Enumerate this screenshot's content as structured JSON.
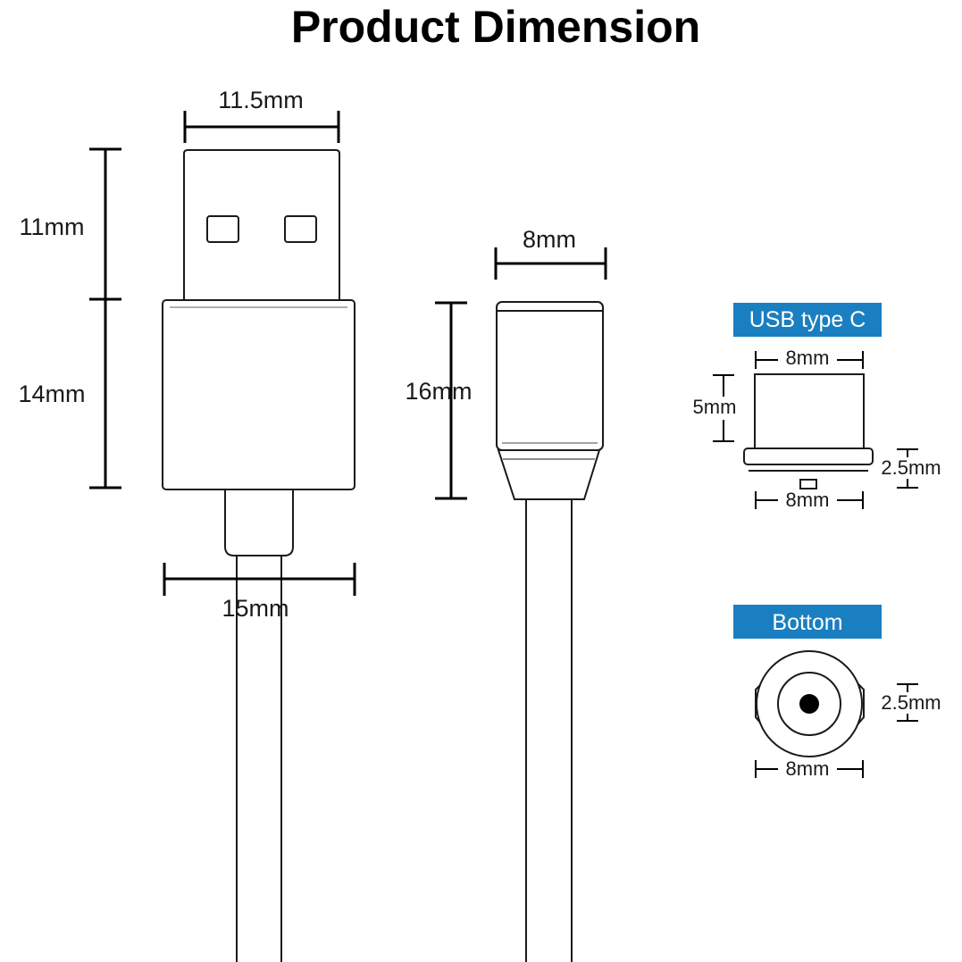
{
  "title": "Product Dimension",
  "usb_a": {
    "width_label": "11.5mm",
    "plug_height_label": "11mm",
    "housing_height_label": "14mm",
    "housing_width_label": "15mm"
  },
  "magnetic_tip": {
    "width_label": "8mm",
    "height_label": "16mm"
  },
  "usb_type_c": {
    "badge": "USB type C",
    "top_width_label": "8mm",
    "height_label": "5mm",
    "flange_label": "2.5mm",
    "bottom_width_label": "8mm"
  },
  "bottom_view": {
    "badge": "Bottom",
    "pin_label": "2.5mm",
    "width_label": "8mm"
  },
  "colors": {
    "badge_bg": "#1a7fc1",
    "line": "#1a1a1a"
  }
}
